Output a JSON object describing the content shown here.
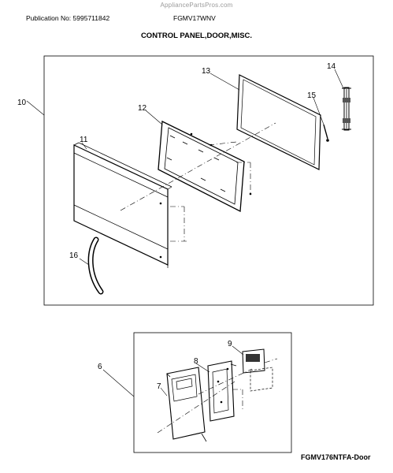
{
  "watermark": "AppliancePartsPros.com",
  "header": {
    "publication": "Publication No: 5995711842",
    "model": "FGMV17WNV",
    "section_title": "CONTROL PANEL,DOOR,MISC."
  },
  "callouts": {
    "p6": "6",
    "p7": "7",
    "p8": "8",
    "p9": "9",
    "p10": "10",
    "p11": "11",
    "p12": "12",
    "p13": "13",
    "p14": "14",
    "p15": "15",
    "p16": "16"
  },
  "footer": {
    "diagram_code": "FGMV176NTFA-Door"
  }
}
